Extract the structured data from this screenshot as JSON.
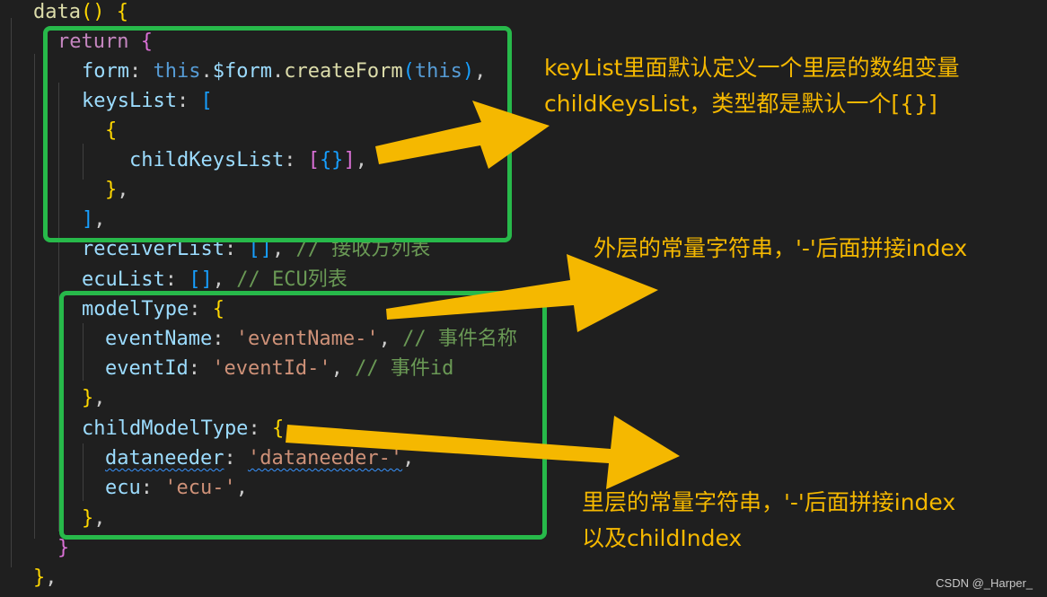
{
  "code": {
    "data_fn": "data",
    "return_kw": "return",
    "form_prop": "form",
    "this_kw": "this",
    "form_api": "$form",
    "create_form": "createForm",
    "keys_list": "keysList",
    "child_keys_list": "childKeysList",
    "receiver_list": "receiverList",
    "receiver_comment": "// 接收方列表",
    "ecu_list": "ecuList",
    "ecu_comment": "// ECU列表",
    "model_type": "modelType",
    "event_name": "eventName",
    "event_name_value": "'eventName-'",
    "event_name_comment": "// 事件名称",
    "event_id": "eventId",
    "event_id_value": "'eventId-'",
    "event_id_comment": "// 事件id",
    "child_model_type": "childModelType",
    "dataneeder": "dataneeder",
    "dataneeder_value": "'dataneeder-'",
    "ecu": "ecu",
    "ecu_value": "'ecu-'"
  },
  "annotations": {
    "note1_line1": "keyList里面默认定义一个里层的数组变量",
    "note1_line2": "childKeysList，类型都是默认一个[{}]",
    "note2": "外层的常量字符串，'-'后面拼接index",
    "note3_line1": "里层的常量字符串，'-'后面拼接index",
    "note3_line2": "以及childIndex"
  },
  "colors": {
    "background": "#1f1f1f",
    "box": "#27b94a",
    "arrow": "#f5b800",
    "note_text": "#f5b800"
  },
  "watermark": "CSDN @_Harper_"
}
